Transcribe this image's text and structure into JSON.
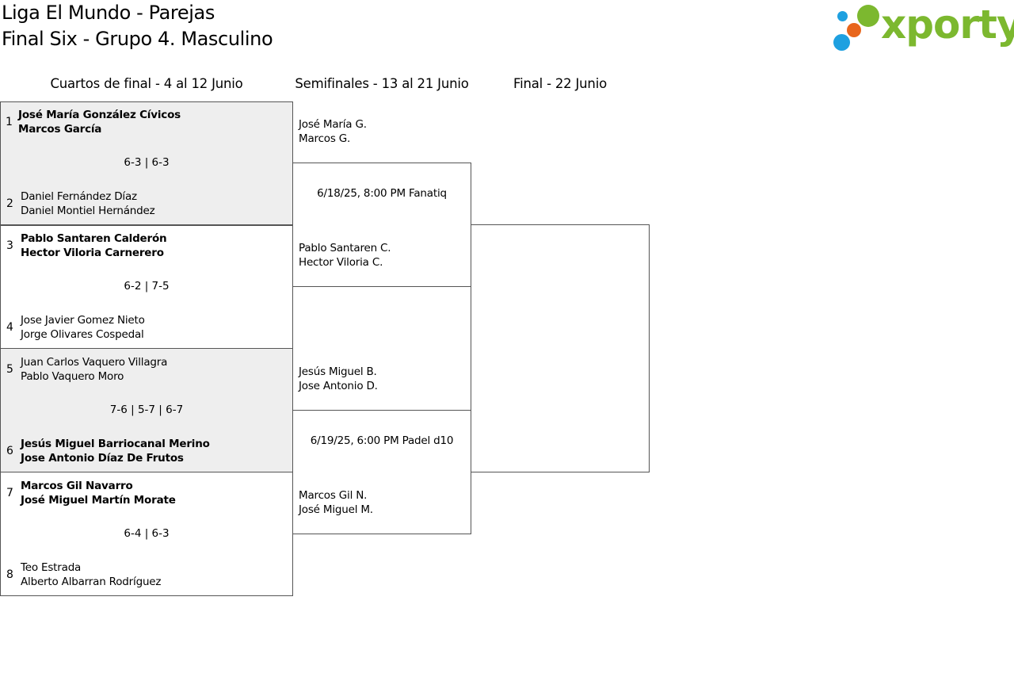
{
  "header": {
    "title_line1": "Liga El Mundo - Parejas",
    "title_line2": "Final Six - Grupo 4. Masculino",
    "logo_text": "xporty",
    "logo_colors": {
      "green": "#7cb82f",
      "blue": "#1ea0e0",
      "orange": "#e8661c"
    }
  },
  "columns": {
    "quarterfinals": "Cuartos de final - 4 al 12 Junio",
    "semifinals": "Semifinales - 13 al 21 Junio",
    "final": "Final - 22 Junio"
  },
  "quarterfinals": [
    {
      "score": "6-3 | 6-3",
      "top": {
        "seed": "1",
        "p1": "José María González Cívicos",
        "p2": "Marcos García"
      },
      "bottom": {
        "seed": "2",
        "p1": "Daniel Fernández Díaz",
        "p2": "Daniel Montiel Hernández"
      }
    },
    {
      "score": "6-2 | 7-5",
      "top": {
        "seed": "3",
        "p1": "Pablo Santaren Calderón",
        "p2": "Hector Viloria Carnerero"
      },
      "bottom": {
        "seed": "4",
        "p1": "Jose Javier Gomez Nieto",
        "p2": "Jorge Olivares Cospedal"
      }
    },
    {
      "score": "7-6 | 5-7 | 6-7",
      "top": {
        "seed": "5",
        "p1": "Juan Carlos Vaquero Villagra",
        "p2": "Pablo Vaquero Moro"
      },
      "bottom": {
        "seed": "6",
        "p1": "Jesús Miguel Barriocanal Merino",
        "p2": "Jose Antonio Díaz De Frutos"
      }
    },
    {
      "score": "6-4 | 6-3",
      "top": {
        "seed": "7",
        "p1": "Marcos Gil Navarro",
        "p2": "José Miguel Martín Morate"
      },
      "bottom": {
        "seed": "8",
        "p1": "Teo Estrada",
        "p2": "Alberto Albarran Rodríguez"
      }
    }
  ],
  "semifinals": [
    {
      "info": "6/18/25, 8:00 PM Fanatiq",
      "top": {
        "p1": "José María G.",
        "p2": "Marcos G."
      },
      "bottom": {
        "p1": "Pablo Santaren C.",
        "p2": "Hector Viloria C."
      }
    },
    {
      "info": "6/19/25, 6:00 PM Padel d10",
      "top": {
        "p1": "Jesús Miguel B.",
        "p2": "Jose Antonio D."
      },
      "bottom": {
        "p1": "Marcos Gil N.",
        "p2": "José Miguel M."
      }
    }
  ]
}
